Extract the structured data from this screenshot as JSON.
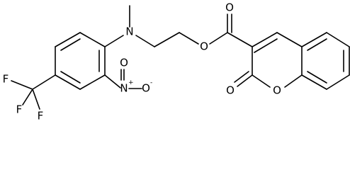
{
  "structure": {
    "atoms": {
      "methyl_N": "N",
      "nitro_N": "N",
      "nitro_O_top": "O",
      "nitro_O_bottom": "O",
      "ester_O": "O",
      "carbonyl_O": "O",
      "lactone_carbonyl_O": "O",
      "ring_O": "O",
      "F1": "F",
      "F2": "F",
      "F3": "F"
    },
    "charges": {
      "nitro_N": "+",
      "nitro_O_bottom": "-"
    }
  }
}
